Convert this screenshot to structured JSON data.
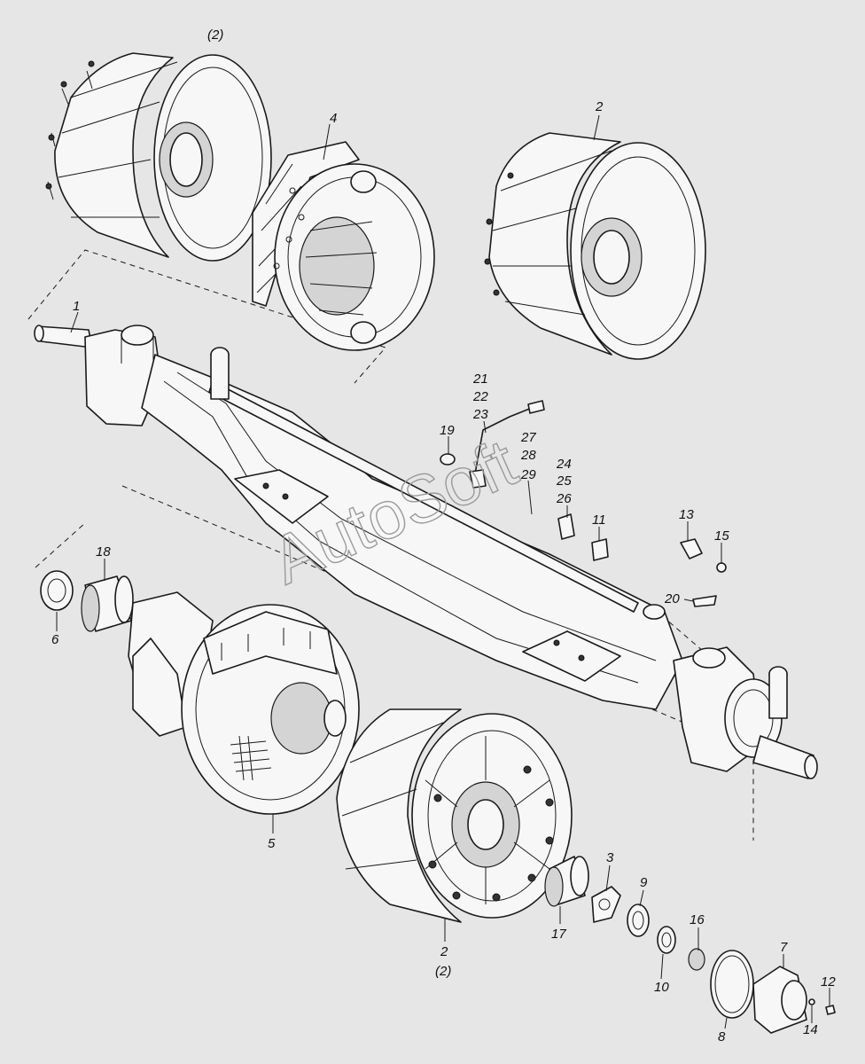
{
  "watermark": "AutoSoft",
  "callouts": [
    {
      "id": "c-2-paren-top",
      "text": "(2)"
    },
    {
      "id": "c-4",
      "text": "4"
    },
    {
      "id": "c-2-top",
      "text": "2"
    },
    {
      "id": "c-1",
      "text": "1"
    },
    {
      "id": "c-21",
      "text": "21"
    },
    {
      "id": "c-22",
      "text": "22"
    },
    {
      "id": "c-23",
      "text": "23"
    },
    {
      "id": "c-19",
      "text": "19"
    },
    {
      "id": "c-27",
      "text": "27"
    },
    {
      "id": "c-28",
      "text": "28"
    },
    {
      "id": "c-29",
      "text": "29"
    },
    {
      "id": "c-24",
      "text": "24"
    },
    {
      "id": "c-25",
      "text": "25"
    },
    {
      "id": "c-26",
      "text": "26"
    },
    {
      "id": "c-11",
      "text": "11"
    },
    {
      "id": "c-13",
      "text": "13"
    },
    {
      "id": "c-15",
      "text": "15"
    },
    {
      "id": "c-20",
      "text": "20"
    },
    {
      "id": "c-18",
      "text": "18"
    },
    {
      "id": "c-6",
      "text": "6"
    },
    {
      "id": "c-5",
      "text": "5"
    },
    {
      "id": "c-3",
      "text": "3"
    },
    {
      "id": "c-9",
      "text": "9"
    },
    {
      "id": "c-17",
      "text": "17"
    },
    {
      "id": "c-16",
      "text": "16"
    },
    {
      "id": "c-2-bottom",
      "text": "2"
    },
    {
      "id": "c-2-paren-bottom",
      "text": "(2)"
    },
    {
      "id": "c-10",
      "text": "10"
    },
    {
      "id": "c-7",
      "text": "7"
    },
    {
      "id": "c-12",
      "text": "12"
    },
    {
      "id": "c-8",
      "text": "8"
    },
    {
      "id": "c-14",
      "text": "14"
    }
  ]
}
